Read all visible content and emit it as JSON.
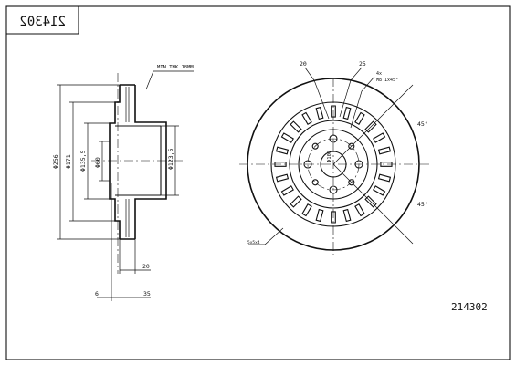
{
  "title_box_text": "214302",
  "part_number": "214302",
  "side_view": {
    "note_min_thk": "MIN THK 18MM",
    "dia_outer": "Φ256",
    "dia_hat": "Φ171",
    "dia_bolt": "Φ135,5",
    "dia_center": "Φ60",
    "dia_inner": "Φ123,5",
    "dim_thickness": "20",
    "dim_offset": "6",
    "dim_height": "35"
  },
  "front_view": {
    "label_20": "20",
    "label_25": "25",
    "label_4x": "4x",
    "label_m": "M8 1x45°",
    "angle_top": "45°",
    "angle_bottom": "45°",
    "pcd_label": "Φ100",
    "label_bottom_left": "5x5x4"
  }
}
